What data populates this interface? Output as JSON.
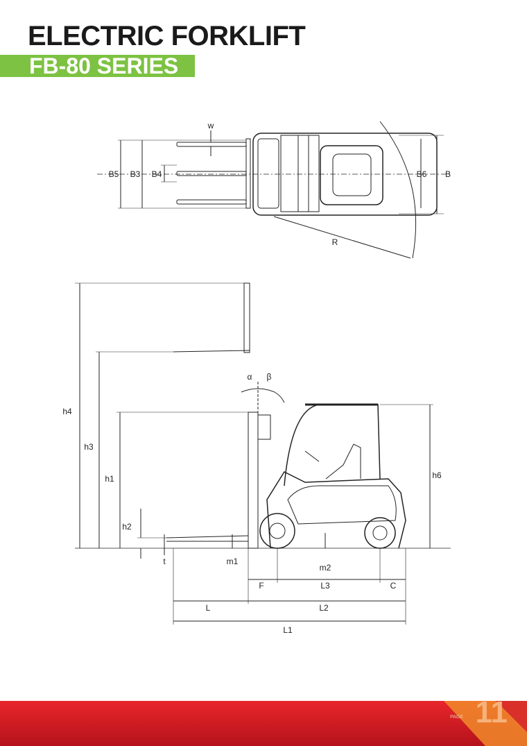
{
  "header": {
    "title": "ELECTRIC FORKLIFT",
    "series": "FB-80 SERIES"
  },
  "top_view_labels": {
    "w": "w",
    "b5": "B5",
    "b3": "B3",
    "b4": "B4",
    "b6": "B6",
    "b": "B",
    "r": "R"
  },
  "side_view_labels": {
    "h4": "h4",
    "h3": "h3",
    "h1": "h1",
    "h2": "h2",
    "t": "t",
    "m1": "m1",
    "m2": "m2",
    "alpha": "α",
    "beta": "β",
    "h6": "h6",
    "f": "F",
    "l3": "L3",
    "c": "C",
    "l": "L",
    "l2": "L2",
    "l1": "L1"
  },
  "footer": {
    "page_label": "PAGE",
    "page_number": "11"
  },
  "colors": {
    "accent_green": "#7dc242",
    "footer_red": "#e8262b"
  }
}
